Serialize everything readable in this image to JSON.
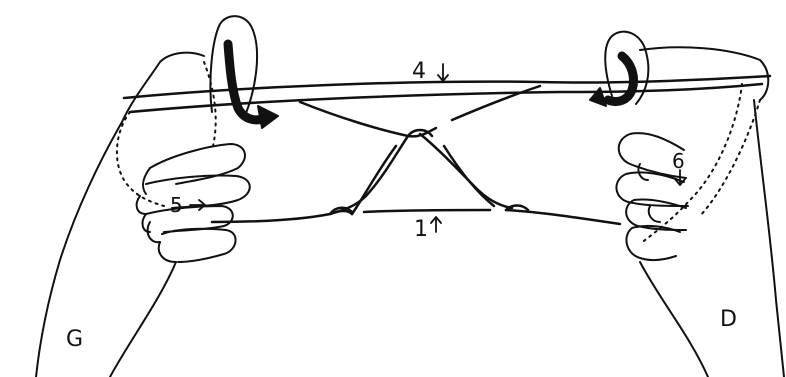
{
  "labels": {
    "string_top": "4",
    "string_bottom": "1",
    "finger_left": "5",
    "finger_right": "6",
    "hand_left": "G",
    "hand_right": "D"
  },
  "colors": {
    "ink": "#111111",
    "paper": "#ffffff"
  }
}
